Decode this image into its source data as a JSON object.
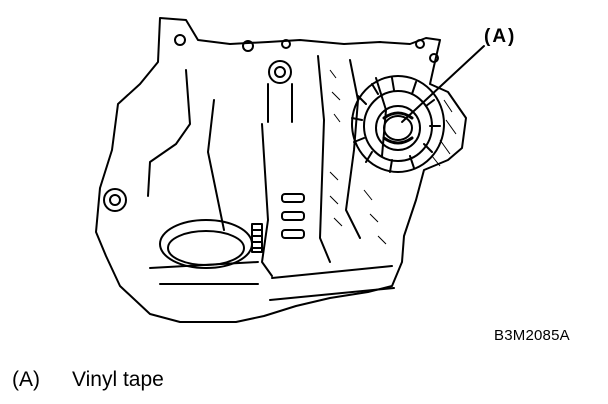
{
  "figure": {
    "callout_label": "(A)",
    "figure_code": "B3M2085A",
    "icon": "transmission-housing-drawing"
  },
  "legend": [
    {
      "key": "(A)",
      "text": "Vinyl tape"
    }
  ]
}
